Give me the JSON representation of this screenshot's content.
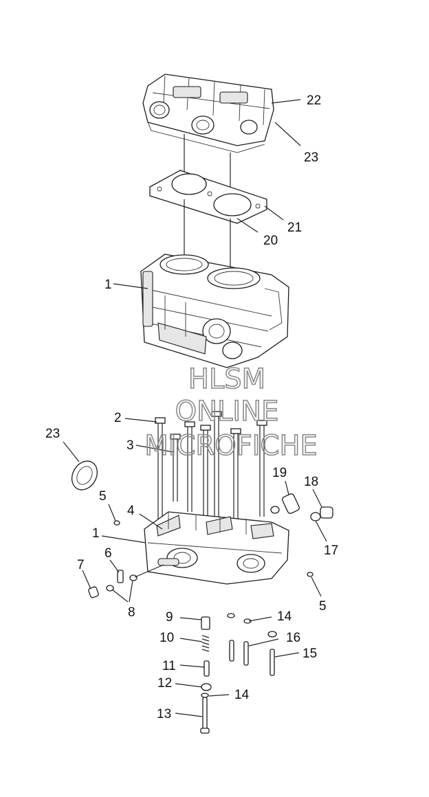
{
  "watermark": {
    "line1": "HLSM",
    "line2": "ONLINE",
    "line3": "MICROFICHE"
  },
  "callouts": [
    {
      "id": "c22",
      "text": "22"
    },
    {
      "id": "c23a",
      "text": "23"
    },
    {
      "id": "c21",
      "text": "21"
    },
    {
      "id": "c20",
      "text": "20"
    },
    {
      "id": "c1a",
      "text": "1"
    },
    {
      "id": "c2",
      "text": "2"
    },
    {
      "id": "c3",
      "text": "3"
    },
    {
      "id": "c23b",
      "text": "23"
    },
    {
      "id": "c19",
      "text": "19"
    },
    {
      "id": "c18",
      "text": "18"
    },
    {
      "id": "c5a",
      "text": "5"
    },
    {
      "id": "c4",
      "text": "4"
    },
    {
      "id": "c1b",
      "text": "1"
    },
    {
      "id": "c17",
      "text": "17"
    },
    {
      "id": "c6",
      "text": "6"
    },
    {
      "id": "c7",
      "text": "7"
    },
    {
      "id": "c8",
      "text": "8"
    },
    {
      "id": "c5b",
      "text": "5"
    },
    {
      "id": "c9",
      "text": "9"
    },
    {
      "id": "c14a",
      "text": "14"
    },
    {
      "id": "c10",
      "text": "10"
    },
    {
      "id": "c16",
      "text": "16"
    },
    {
      "id": "c15",
      "text": "15"
    },
    {
      "id": "c11",
      "text": "11"
    },
    {
      "id": "c12",
      "text": "12"
    },
    {
      "id": "c14b",
      "text": "14"
    },
    {
      "id": "c13",
      "text": "13"
    }
  ]
}
